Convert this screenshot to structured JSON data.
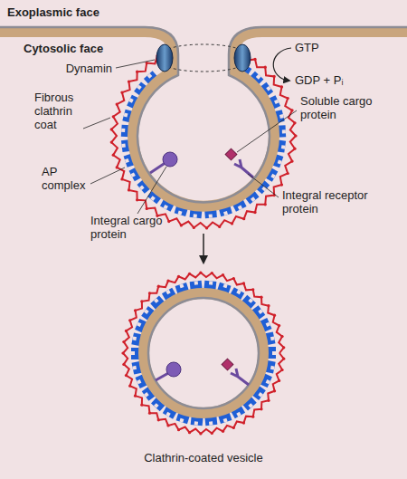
{
  "diagram": {
    "labels": [
      "Exoplasmic face",
      "Cytosolic face",
      "Dynamin",
      "GTP",
      "GDP + Pᵢ",
      "Fibrous clathrin coat",
      "Soluble cargo protein",
      "AP complex",
      "Integral cargo protein",
      "Integral receptor protein",
      "Clathrin-coated vesicle"
    ]
  }
}
